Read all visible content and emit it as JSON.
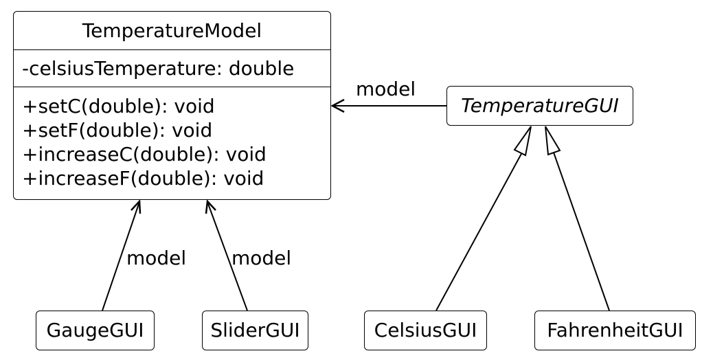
{
  "classes": {
    "model": {
      "name": "TemperatureModel",
      "attributes": [
        "-celsiusTemperature: double"
      ],
      "operations": [
        "+setC(double): void",
        "+setF(double): void",
        "+increaseC(double): void",
        "+increaseF(double): void"
      ]
    },
    "gui": {
      "name": "TemperatureGUI",
      "abstract": true
    },
    "gauge": {
      "name": "GaugeGUI"
    },
    "slider": {
      "name": "SliderGUI"
    },
    "celsius": {
      "name": "CelsiusGUI"
    },
    "fahrenheit": {
      "name": "FahrenheitGUI"
    }
  },
  "relations": {
    "gui_to_model": {
      "label": "model",
      "kind": "association"
    },
    "gauge_to_model": {
      "label": "model",
      "kind": "association"
    },
    "slider_to_model": {
      "label": "model",
      "kind": "association"
    },
    "celsius_to_gui": {
      "kind": "generalization"
    },
    "fahrenheit_to_gui": {
      "kind": "generalization"
    }
  },
  "colors": {
    "line": "#000000",
    "background": "#ffffff"
  }
}
